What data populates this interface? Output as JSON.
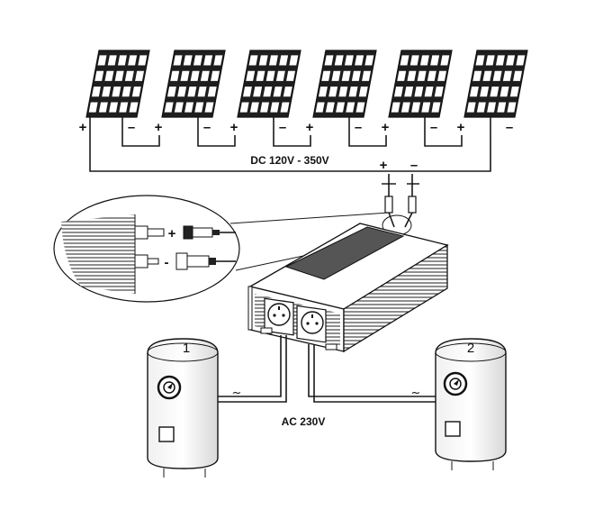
{
  "panels": {
    "count": 6,
    "plus_symbol": "+",
    "minus_symbol": "–"
  },
  "dc_bus": {
    "label": "DC 120V - 350V",
    "plus_symbol": "+",
    "minus_symbol": "–"
  },
  "connector_detail": {
    "plus_symbol": "+",
    "minus_symbol": "-"
  },
  "ac_line": {
    "label": "AC 230V",
    "tilde_left": "~",
    "tilde_right": "~"
  },
  "heaters": [
    {
      "number": "1"
    },
    {
      "number": "2"
    }
  ]
}
